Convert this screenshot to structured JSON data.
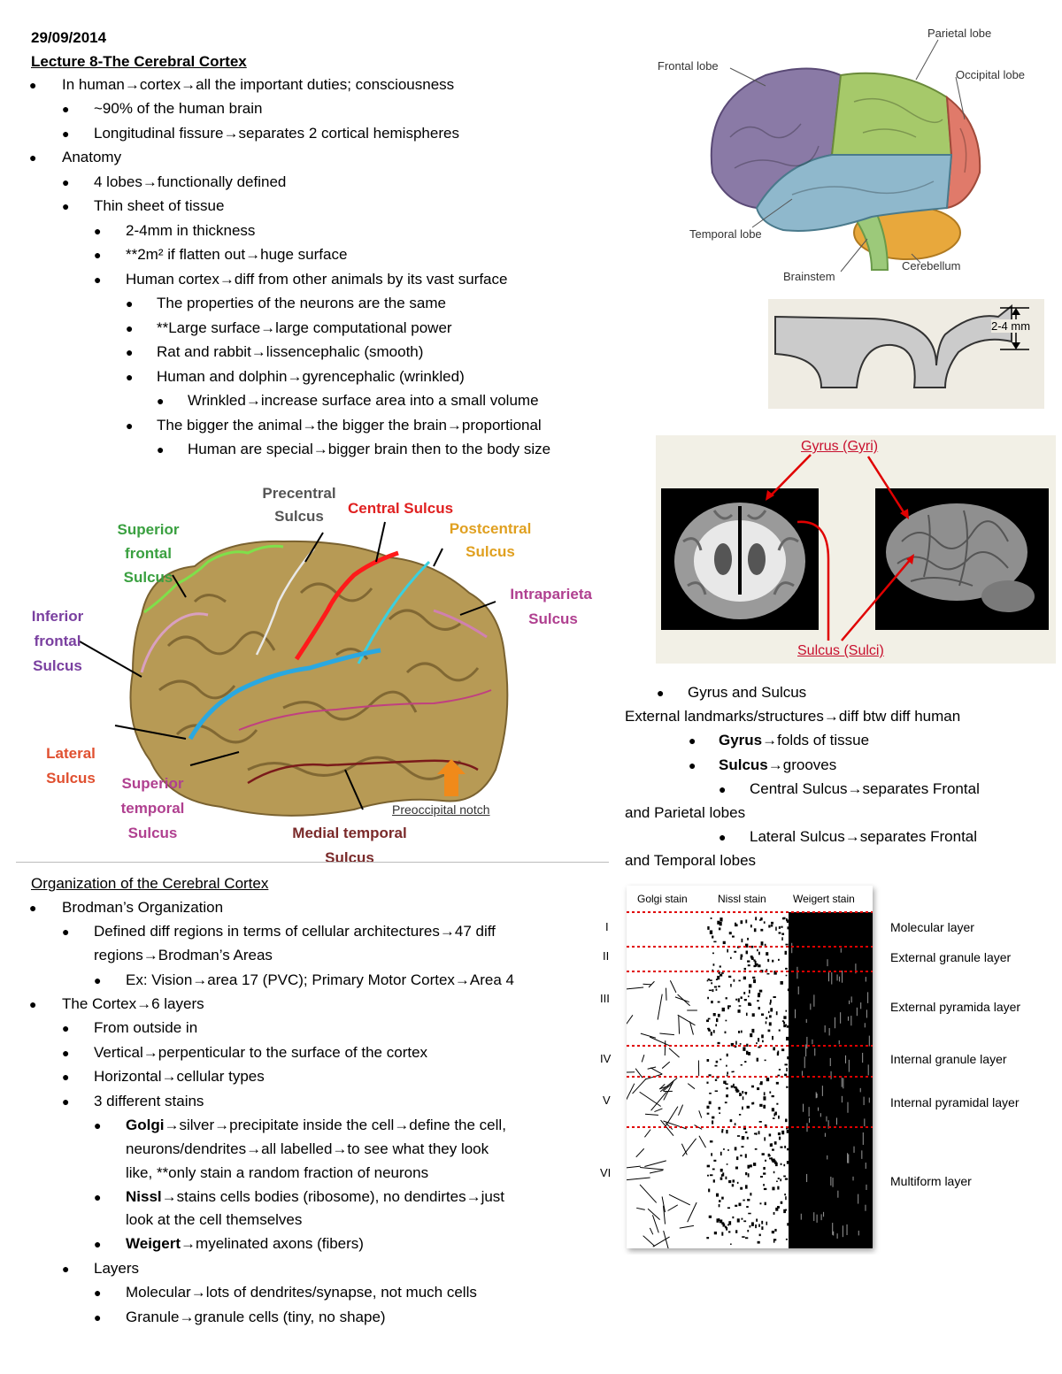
{
  "header": {
    "date": "29/09/2014",
    "title": "Lecture 8-The Cerebral Cortex"
  },
  "notes1": [
    "In human→cortex→all the important duties; consciousness",
    "~90% of the human brain",
    "Longitudinal fissure→separates 2 cortical hemispheres",
    "Anatomy",
    "4 lobes→functionally defined",
    "Thin sheet of tissue",
    "2-4mm in thickness",
    "**2m² if flatten out→huge surface",
    "Human cortex→diff from other animals by its vast surface",
    "The properties of the neurons are the same",
    "**Large surface→large computational power",
    "Rat and rabbit→lissencephalic (smooth)",
    "Human and dolphin→gyrencephalic (wrinkled)",
    "Wrinkled→increase surface area into a small volume",
    "The bigger the animal→the bigger the brain→proportional",
    "Human are special→bigger brain then to the body size"
  ],
  "lobes_figure": {
    "labels": [
      "Parietal lobe",
      "Frontal lobe",
      "Occipital lobe",
      "Temporal lobe",
      "Brainstem",
      "Cerebellum"
    ],
    "colors": {
      "frontal": "#8a7aa6",
      "parietal": "#a6c96a",
      "occipital": "#e07a6a",
      "temporal": "#8fb8cc",
      "cerebellum": "#e8a83c",
      "brainstem": "#9cc97a"
    }
  },
  "thickness_figure": {
    "label": "2-4 mm"
  },
  "gyrus_figure": {
    "top_label": "Gyrus (Gyri)",
    "bottom_label": "Sulcus (Sulci)"
  },
  "sulci_figure": {
    "labels": [
      "Precentral Sulcus",
      "Central Sulcus",
      "Postcentral Sulcus",
      "Superior frontal Sulcus",
      "Intraparietal Sulcus",
      "Inferior frontal Sulcus",
      "Lateral Sulcus",
      "Superior temporal Sulcus",
      "Medial temporal Sulcus",
      "Preoccipital notch"
    ]
  },
  "notes2": [
    "Gyrus and Sulcus",
    "External landmarks/structures→diff btw diff human",
    "Gyrus",
    "→folds of tissue",
    "Sulcus",
    "→grooves",
    "Central Sulcus→separates Frontal",
    "and Parietal lobes",
    "Lateral Sulcus→separates Frontal",
    "and Temporal lobes"
  ],
  "org": {
    "title": "Organization of the Cerebral Cortex",
    "lines": [
      "Brodman’s Organization",
      "Defined diff regions in terms of cellular architectures→47 diff",
      "regions→Brodman’s Areas",
      "Ex: Vision→area 17 (PVC); Primary Motor Cortex→Area 4",
      "The Cortex→6 layers",
      "From outside in",
      "Vertical→perpenticular to the surface of the cortex",
      "Horizontal→cellular types",
      "3 different stains",
      "Golgi",
      "→silver→precipitate inside the cell→define the cell,",
      "neurons/dendrites→all labelled→to see what they look",
      "like, **only stain a random fraction of neurons",
      "Nissl",
      "→stains cells bodies (ribosome), no dendirtes→just",
      "look at the cell themselves",
      "Weigert",
      "→myelinated axons (fibers)",
      "Layers",
      "Molecular→lots of dendrites/synapse, not much cells",
      "Granule→granule cells (tiny, no shape)"
    ]
  },
  "layers_figure": {
    "stains": [
      "Golgi stain",
      "Nissl stain",
      "Weigert stain"
    ],
    "numerals": [
      "I",
      "II",
      "III",
      "IV",
      "V",
      "VI"
    ],
    "layer_names": [
      "Molecular layer",
      "External granule layer",
      "External pyramida layer",
      "Internal granule layer",
      "Internal pyramidal layer",
      "Multiform layer"
    ]
  }
}
